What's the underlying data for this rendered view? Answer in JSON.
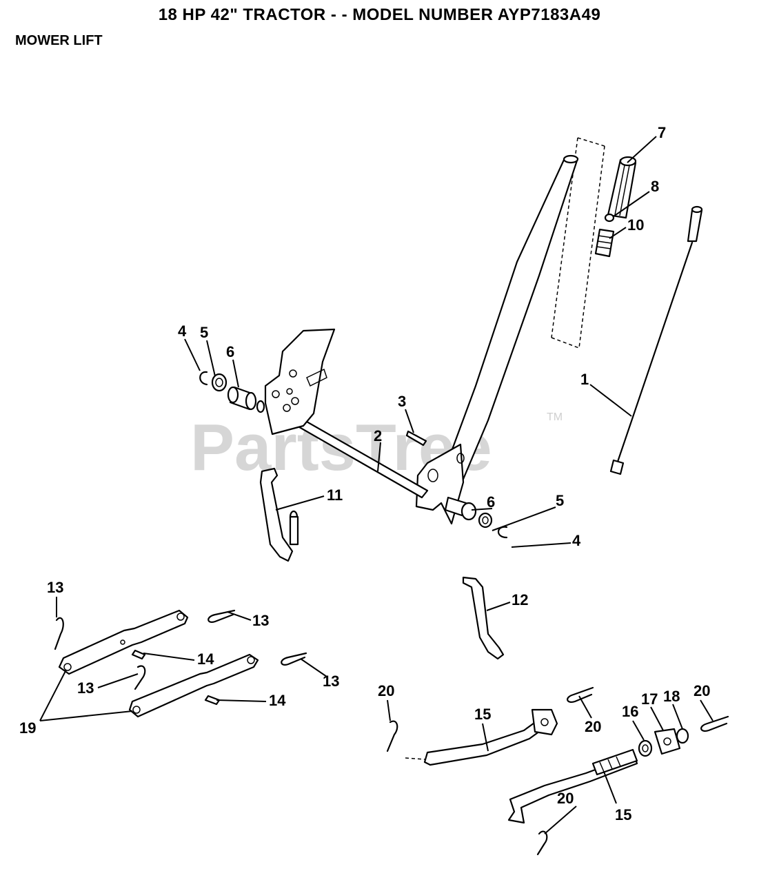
{
  "header": {
    "title": "18 HP 42\" TRACTOR - - MODEL NUMBER AYP7183A49",
    "section": "MOWER LIFT"
  },
  "watermark": {
    "text": "PartsTree",
    "tm": "TM"
  },
  "callouts": {
    "c1": "1",
    "c2": "2",
    "c3": "3",
    "c4a": "4",
    "c4b": "4",
    "c5a": "5",
    "c5b": "5",
    "c6a": "6",
    "c6b": "6",
    "c7": "7",
    "c8": "8",
    "c10": "10",
    "c11": "11",
    "c12": "12",
    "c13a": "13",
    "c13b": "13",
    "c13c": "13",
    "c13d": "13",
    "c14a": "14",
    "c14b": "14",
    "c15a": "15",
    "c15b": "15",
    "c16": "16",
    "c17": "17",
    "c18": "18",
    "c19": "19",
    "c20a": "20",
    "c20b": "20",
    "c20c": "20",
    "c20d": "20"
  }
}
